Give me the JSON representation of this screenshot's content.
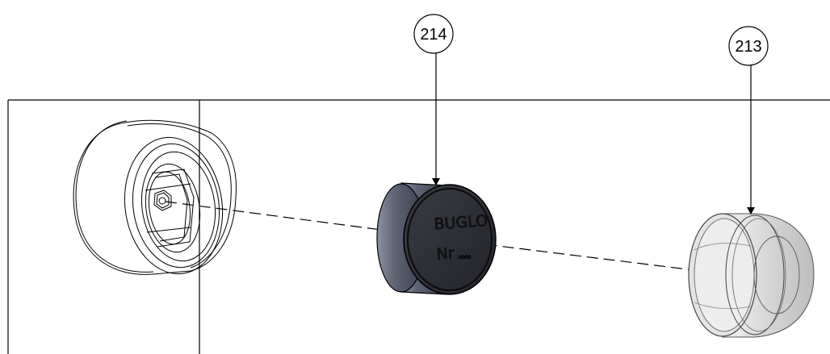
{
  "diagram": {
    "callouts": [
      {
        "id": "balloon-214",
        "label": "214"
      },
      {
        "id": "balloon-213",
        "label": "213"
      }
    ],
    "cap_emboss": {
      "brand": "BUGLO",
      "mark": "Nr",
      "small_text": "0000"
    }
  }
}
